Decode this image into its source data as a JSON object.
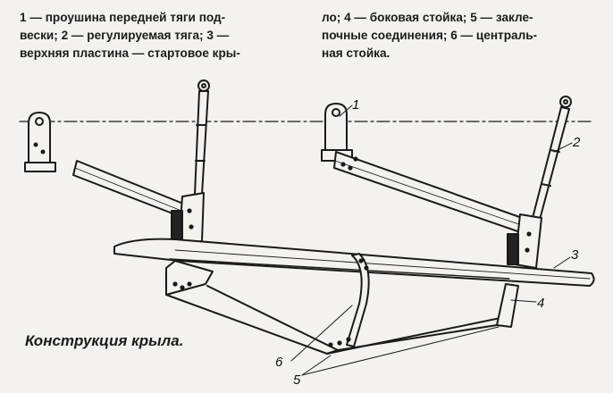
{
  "caption": {
    "left_lines": [
      "1 — проушина передней тяги под-",
      "вески; 2 — регулируемая тяга; 3 —",
      "верхняя пластина — стартовое кры-"
    ],
    "right_lines": [
      "ло; 4 — боковая стойка; 5 — закле-",
      "почные соединения; 6 — централь-",
      "ная стойка."
    ]
  },
  "figure_title": "Конструкция крыла.",
  "callouts": {
    "n1": "1",
    "n2": "2",
    "n3": "3",
    "n4": "4",
    "n5": "5",
    "n6": "6"
  }
}
